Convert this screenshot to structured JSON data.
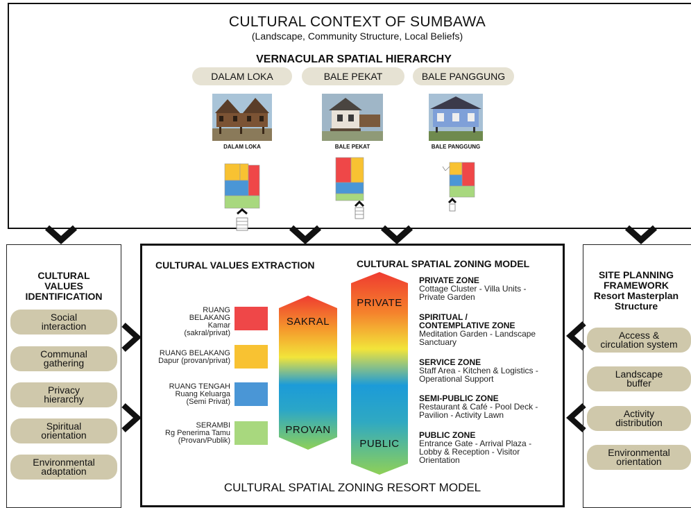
{
  "header": {
    "title": "CULTURAL CONTEXT OF SUMBAWA",
    "subtitle": "(Landscape, Community Structure, Local Beliefs)"
  },
  "hierarchy": {
    "title": "VERNACULAR SPATIAL HIERARCHY",
    "houses": [
      {
        "label": "DALAM LOKA",
        "caption": "DALAM LOKA"
      },
      {
        "label": "BALE PEKAT",
        "caption": "BALE PEKAT"
      },
      {
        "label": "BALE PANGGUNG",
        "caption": "BALE PANGGUNG"
      }
    ]
  },
  "left_panel": {
    "title_lines": [
      "CULTURAL",
      "VALUES",
      "IDENTIFICATION"
    ],
    "items": [
      [
        "Social",
        "interaction"
      ],
      [
        "Communal",
        "gathering"
      ],
      [
        "Privacy",
        "hierarchy"
      ],
      [
        "Spiritual",
        "orientation"
      ],
      [
        "Environmental",
        "adaptation"
      ]
    ]
  },
  "right_panel": {
    "title_lines": [
      "SITE PLANNING",
      "FRAMEWORK",
      "Resort Masterplan",
      "Structure"
    ],
    "items": [
      [
        "Access &",
        "circulation system"
      ],
      [
        "Landscape",
        "buffer"
      ],
      [
        "Activity",
        "distribution"
      ],
      [
        "Environmental",
        "orientation"
      ]
    ]
  },
  "extraction": {
    "title": "CULTURAL VALUES EXTRACTION",
    "values": [
      {
        "lines": [
          "RUANG",
          "BELAKANG",
          "Kamar",
          "(sakral/privat)"
        ],
        "color": "#ef4748"
      },
      {
        "lines": [
          "RUANG BELAKANG",
          "Dapur (provan/privat)"
        ],
        "color": "#f8c232"
      },
      {
        "lines": [
          "RUANG TENGAH",
          "Ruang Keluarga",
          "(Semi Privat)"
        ],
        "color": "#4a96d6"
      },
      {
        "lines": [
          "SERAMBI",
          "Rg Penerima Tamu",
          "(Provan/Publik)"
        ],
        "color": "#a8d87e"
      }
    ],
    "gradient_top": "SAKRAL",
    "gradient_bottom": "PROVAN"
  },
  "zoning": {
    "title": "CULTURAL SPATIAL ZONING MODEL",
    "arrow_top": "PRIVATE",
    "arrow_bottom": "PUBLIC",
    "zones": [
      {
        "name": "PRIVATE ZONE",
        "desc": [
          "Cottage Cluster  - Villa Units -",
          "Private Garden"
        ]
      },
      {
        "name": "SPIRITUAL / CONTEMPLATIVE ZONE",
        "name_lines": [
          "SPIRITUAL /",
          "CONTEMPLATIVE ZONE"
        ],
        "desc": [
          "Meditation Garden - Landscape",
          "Sanctuary"
        ]
      },
      {
        "name": "SERVICE ZONE",
        "desc": [
          "Staff Area - Kitchen & Logistics -",
          "Operational Support"
        ]
      },
      {
        "name": "SEMI-PUBLIC ZONE",
        "desc": [
          "Restaurant & Café - Pool Deck -",
          "Pavilion - Activity Lawn"
        ]
      },
      {
        "name": "PUBLIC ZONE",
        "desc": [
          "Entrance Gate - Arrival Plaza -",
          "Lobby & Reception - Visitor",
          "Orientation"
        ]
      }
    ]
  },
  "footer": {
    "title": "CULTURAL SPATIAL ZONING RESORT MODEL"
  },
  "colors": {
    "red": "#ef4748",
    "yellow": "#f8c232",
    "blue": "#4a96d6",
    "green": "#a8d87e",
    "pill": "#e6e2d3",
    "tan_pill": "#cfc8ab",
    "chevron": "#111111"
  }
}
